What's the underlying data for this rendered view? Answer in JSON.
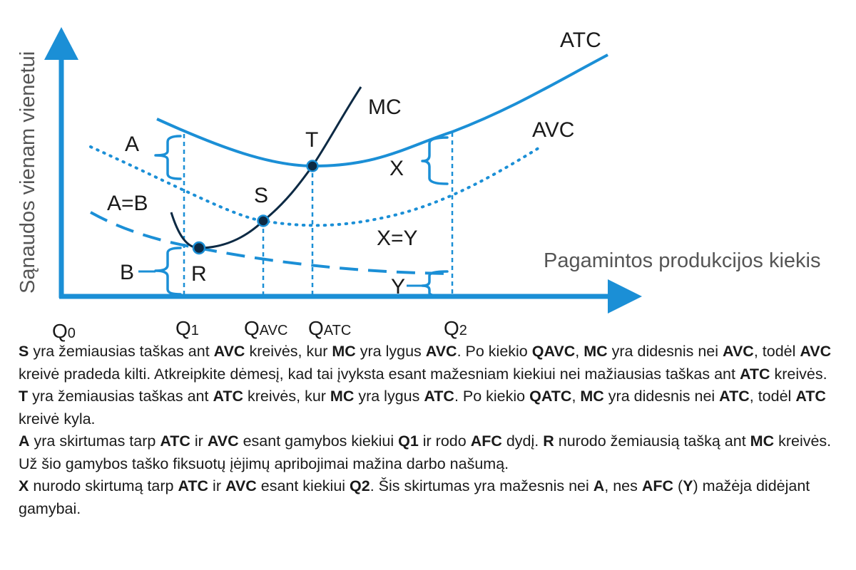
{
  "axes": {
    "y_label": "Sąnaudos vienam vienetui",
    "x_label": "Pagamintos produkcijos kiekis"
  },
  "curves": {
    "atc": "ATC",
    "avc": "AVC",
    "mc": "MC",
    "afc_label": "A=B"
  },
  "points": {
    "t": "T",
    "s": "S",
    "r": "R"
  },
  "brackets": {
    "a": "A",
    "b": "B",
    "x": "X",
    "y": "Y",
    "xy": "X=Y"
  },
  "quantities": {
    "q0": {
      "main": "Q",
      "sub": "0"
    },
    "q1": {
      "main": "Q",
      "sub": "1"
    },
    "qavc": {
      "main": "Q",
      "sub": "AVC"
    },
    "qatc": {
      "main": "Q",
      "sub": "ATC"
    },
    "q2": {
      "main": "Q",
      "sub": "2"
    }
  },
  "colors": {
    "blue": "#1b8fd6",
    "navy": "#0d2a44",
    "text": "#1a1a1a"
  },
  "explanation": [
    [
      {
        "t": "S",
        "b": true
      },
      {
        "t": " yra žemiausias taškas ant "
      },
      {
        "t": "AVC",
        "b": true
      },
      {
        "t": " kreivės, kur "
      },
      {
        "t": "MC",
        "b": true
      },
      {
        "t": " yra lygus "
      },
      {
        "t": "AVC",
        "b": true
      },
      {
        "t": ". Po kiekio "
      },
      {
        "t": "QAVC",
        "b": true
      },
      {
        "t": ", "
      },
      {
        "t": "MC",
        "b": true
      },
      {
        "t": " yra didesnis nei "
      },
      {
        "t": "AVC",
        "b": true
      },
      {
        "t": ", todėl "
      },
      {
        "t": "AVC",
        "b": true
      },
      {
        "t": " kreivė pradeda kilti. Atkreipkite dėmesį, kad tai įvyksta esant mažesniam kiekiui nei mažiausias taškas ant "
      },
      {
        "t": "ATC",
        "b": true
      },
      {
        "t": " kreivės."
      }
    ],
    [
      {
        "t": "T",
        "b": true
      },
      {
        "t": " yra žemiausias taškas ant "
      },
      {
        "t": "ATC",
        "b": true
      },
      {
        "t": " kreivės, kur "
      },
      {
        "t": "MC",
        "b": true
      },
      {
        "t": " yra lygus "
      },
      {
        "t": "ATC",
        "b": true
      },
      {
        "t": ". Po kiekio "
      },
      {
        "t": "QATC",
        "b": true
      },
      {
        "t": ", "
      },
      {
        "t": "MC",
        "b": true
      },
      {
        "t": " yra didesnis nei "
      },
      {
        "t": "ATC",
        "b": true
      },
      {
        "t": ", todėl "
      },
      {
        "t": "ATC",
        "b": true
      },
      {
        "t": " kreivė kyla."
      }
    ],
    [
      {
        "t": "A",
        "b": true
      },
      {
        "t": " yra skirtumas tarp "
      },
      {
        "t": "ATC",
        "b": true
      },
      {
        "t": " ir "
      },
      {
        "t": "AVC",
        "b": true
      },
      {
        "t": " esant gamybos kiekiui "
      },
      {
        "t": "Q1",
        "b": true
      },
      {
        "t": " ir rodo "
      },
      {
        "t": "AFC",
        "b": true
      },
      {
        "t": " dydį. "
      },
      {
        "t": "R",
        "b": true
      },
      {
        "t": " nurodo žemiausią tašką ant "
      },
      {
        "t": "MC",
        "b": true
      },
      {
        "t": " kreivės. Už šio gamybos taško fiksuotų įėjimų apribojimai mažina darbo našumą."
      }
    ],
    [
      {
        "t": "X",
        "b": true
      },
      {
        "t": " nurodo skirtumą tarp "
      },
      {
        "t": "ATC",
        "b": true
      },
      {
        "t": " ir "
      },
      {
        "t": "AVC",
        "b": true
      },
      {
        "t": " esant kiekiui "
      },
      {
        "t": "Q2",
        "b": true
      },
      {
        "t": ". Šis skirtumas yra mažesnis nei "
      },
      {
        "t": "A",
        "b": true
      },
      {
        "t": ", nes "
      },
      {
        "t": "AFC",
        "b": true
      },
      {
        "t": " ("
      },
      {
        "t": "Y",
        "b": true
      },
      {
        "t": ") mažėja didėjant gamybai."
      }
    ]
  ]
}
